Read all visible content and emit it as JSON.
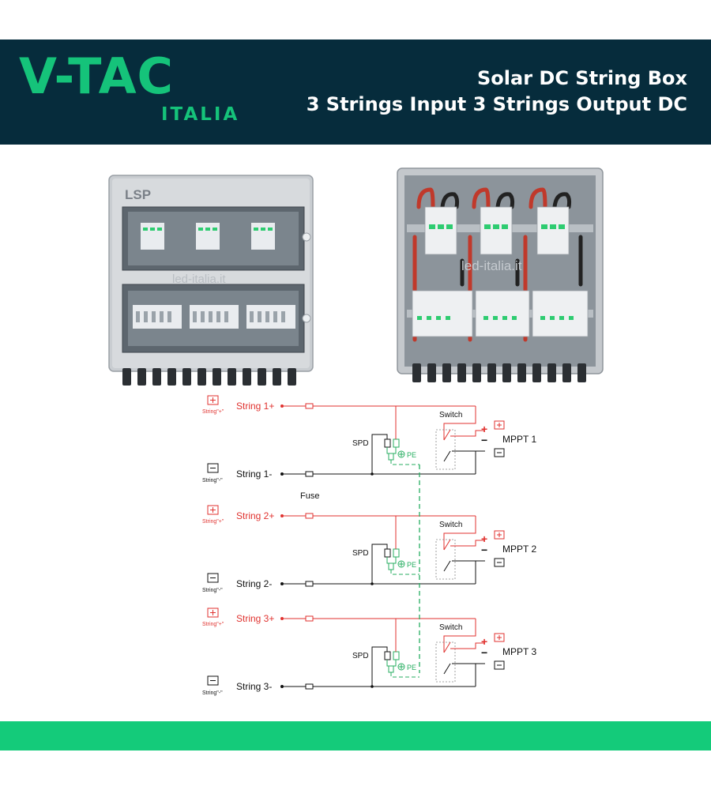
{
  "header": {
    "logo_main": "V-TAC",
    "logo_sub": "ITALIA",
    "title_line1": "Solar DC String Box",
    "title_line2": "3 Strings Input 3 Strings Output DC"
  },
  "product": {
    "brand": "LSP",
    "watermark": "led-italia.it"
  },
  "colors": {
    "header_bg": "#062c3c",
    "brand_green": "#15c37a",
    "positive_red": "#e0322f",
    "pe_green": "#27ae60"
  },
  "diagram": {
    "fuse_label": "Fuse",
    "spd_label": "SPD",
    "switch_label": "Switch",
    "pe_label": "PE",
    "plus_sign": "+",
    "minus_sign": "−",
    "pos_symbol_caption": "String\"+\"",
    "neg_symbol_caption": "String\"-\"",
    "groups": [
      {
        "pos_label": "String 1+",
        "neg_label": "String 1-",
        "mppt_label": "MPPT 1"
      },
      {
        "pos_label": "String 2+",
        "neg_label": "String 2-",
        "mppt_label": "MPPT 2"
      },
      {
        "pos_label": "String 3+",
        "neg_label": "String 3-",
        "mppt_label": "MPPT 3"
      }
    ]
  }
}
